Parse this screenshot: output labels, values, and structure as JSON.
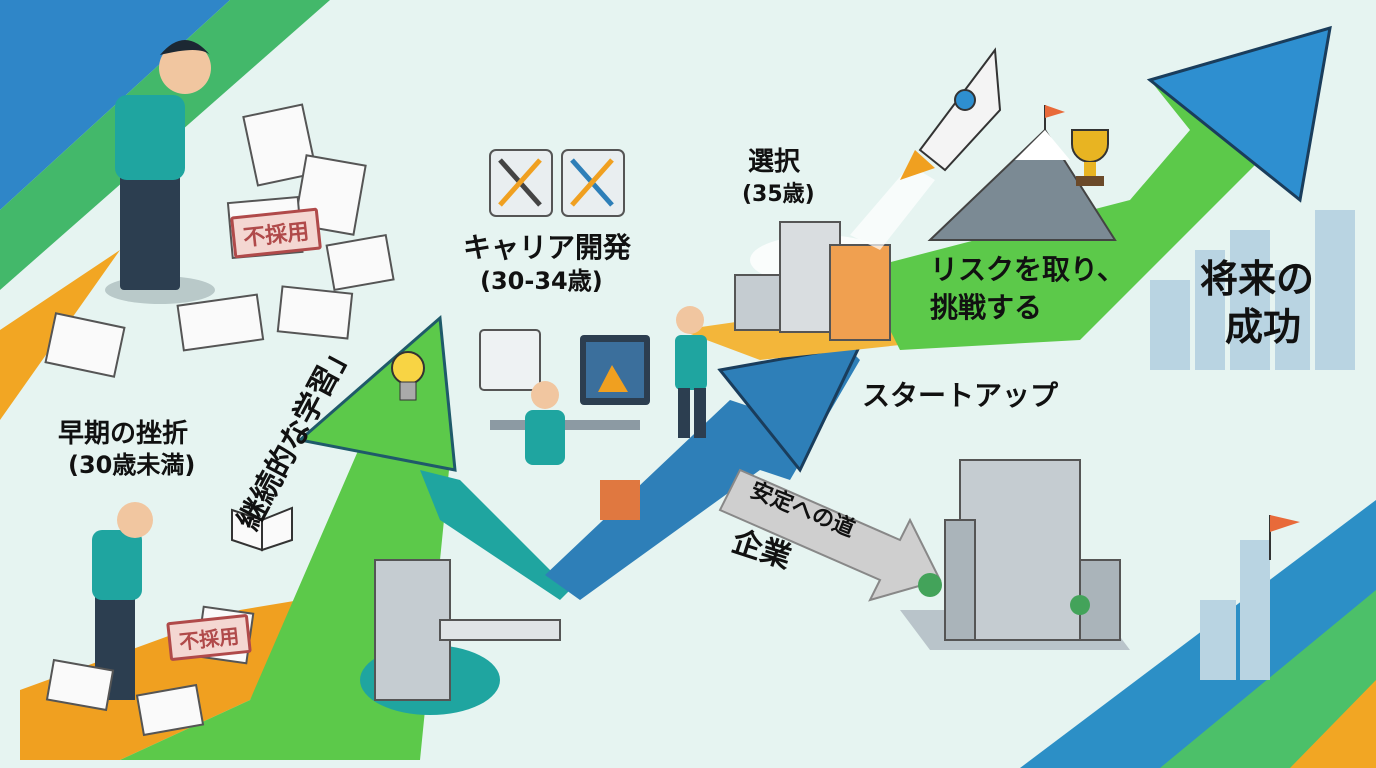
{
  "stages": {
    "early": {
      "title": "早期の挫折",
      "age": "(30歳未満)"
    },
    "dev": {
      "title": "キャリア開発",
      "age": "(30-34歳)"
    },
    "choice": {
      "title": "選択",
      "age": "(35歳)"
    },
    "future": {
      "line1": "将来の",
      "line2": "成功"
    }
  },
  "rejection_stamp": "不採用",
  "learning_label": "継続的な学習」",
  "risk_label": {
    "line1": "リスクを取り、",
    "line2": "挑戦する"
  },
  "startup_label": "スタートアップ",
  "stable_path_label": "安定への道",
  "company_label": "企業",
  "icons": [
    "person-stressed-icon",
    "document-icon",
    "lightbulb-icon",
    "open-book-icon",
    "tools-icon",
    "rocket-icon",
    "trophy-icon",
    "mountain-flag-icon",
    "office-building-icon",
    "city-skyline-icon"
  ],
  "colors": {
    "green_arrow": "#5cc94a",
    "blue_arrow": "#2e7fb8",
    "teal": "#1fa5a0",
    "orange": "#f0a020",
    "gray_arrow": "#cfcfcf",
    "stamp_red": "#b04a4a"
  }
}
